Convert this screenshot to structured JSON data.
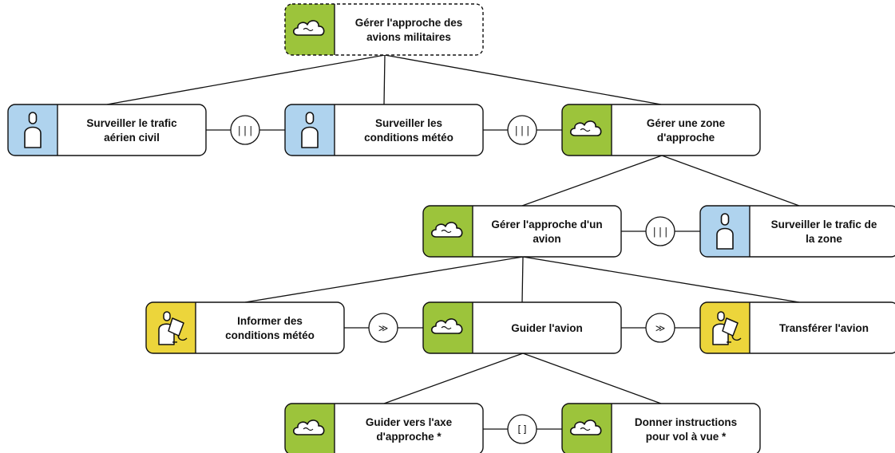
{
  "colors": {
    "abstract": "#9cc43b",
    "user": "#afd3ee",
    "interaction": "#ecd53b",
    "stroke": "#111111",
    "background": "#ffffff"
  },
  "tasks": [
    {
      "id": "t-root",
      "icon": "cloud-icon",
      "kind": "abstract",
      "dashed": true,
      "lines": [
        "Gérer l'approche des",
        "avions militaires"
      ]
    },
    {
      "id": "t-civil",
      "icon": "user-icon",
      "kind": "user",
      "lines": [
        "Surveiller le trafic",
        "aérien civil"
      ]
    },
    {
      "id": "t-meteo",
      "icon": "user-icon",
      "kind": "user",
      "lines": [
        "Surveiller les",
        "conditions météo"
      ]
    },
    {
      "id": "t-zone",
      "icon": "cloud-icon",
      "kind": "abstract",
      "lines": [
        "Gérer une zone",
        "d'approche"
      ]
    },
    {
      "id": "t-avion",
      "icon": "cloud-icon",
      "kind": "abstract",
      "lines": [
        "Gérer l'approche d'un",
        "avion"
      ]
    },
    {
      "id": "t-trafic-zone",
      "icon": "user-icon",
      "kind": "user",
      "lines": [
        "Surveiller le trafic de",
        "la zone"
      ]
    },
    {
      "id": "t-informer",
      "icon": "interaction-icon",
      "kind": "interaction",
      "lines": [
        "Informer des",
        "conditions météo"
      ]
    },
    {
      "id": "t-guider",
      "icon": "cloud-icon",
      "kind": "abstract",
      "lines": [
        "Guider l'avion"
      ]
    },
    {
      "id": "t-transferer",
      "icon": "interaction-icon",
      "kind": "interaction",
      "lines": [
        "Transférer l'avion"
      ]
    },
    {
      "id": "t-axe",
      "icon": "cloud-icon",
      "kind": "abstract",
      "lines": [
        "Guider vers l'axe",
        "d'approche *"
      ]
    },
    {
      "id": "t-vue",
      "icon": "cloud-icon",
      "kind": "abstract",
      "lines": [
        "Donner instructions",
        "pour vol à vue *"
      ]
    }
  ],
  "operators": [
    {
      "id": "op-1",
      "label": "|||"
    },
    {
      "id": "op-2",
      "label": "|||"
    },
    {
      "id": "op-3",
      "label": "|||"
    },
    {
      "id": "op-4",
      "label": "≫"
    },
    {
      "id": "op-5",
      "label": "≫"
    },
    {
      "id": "op-6",
      "label": "[]"
    }
  ]
}
